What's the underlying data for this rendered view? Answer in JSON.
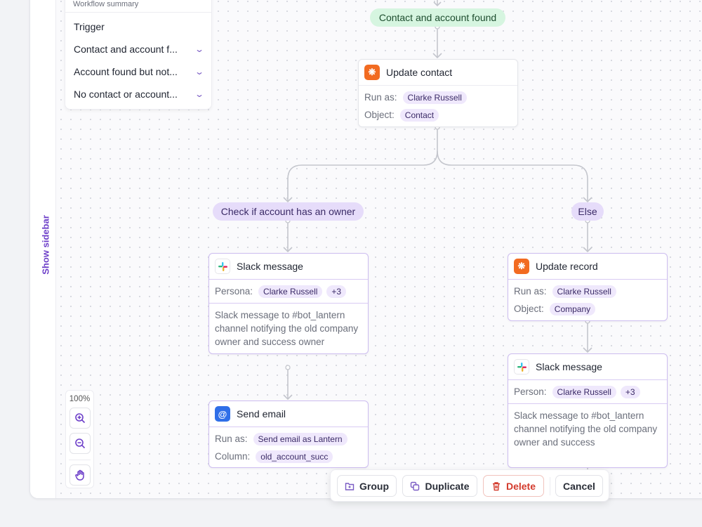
{
  "sidebar": {
    "show_label": "Show sidebar"
  },
  "summary": {
    "title": "Workflow summary",
    "items": [
      {
        "label": "Trigger"
      },
      {
        "label": "Contact and account f..."
      },
      {
        "label": "Account found but not..."
      },
      {
        "label": "No contact or account..."
      }
    ]
  },
  "flow": {
    "branch_top": "Contact and account found",
    "update_contact": {
      "title": "Update contact",
      "run_as_label": "Run as:",
      "run_as": "Clarke Russell",
      "object_label": "Object:",
      "object": "Contact"
    },
    "branch_left": "Check if account has an owner",
    "branch_right": "Else",
    "slack_left": {
      "title": "Slack message",
      "persona_label": "Persona:",
      "persona": "Clarke Russell",
      "more": "+3",
      "description": "Slack message to #bot_lantern channel notifying the old company owner and success owner"
    },
    "send_email": {
      "title": "Send email",
      "run_as_label": "Run as:",
      "run_as": "Send email as Lantern",
      "column_label": "Column:",
      "column": "old_account_succ"
    },
    "update_record": {
      "title": "Update record",
      "run_as_label": "Run as:",
      "run_as": "Clarke Russell",
      "object_label": "Object:",
      "object": "Company"
    },
    "slack_right": {
      "title": "Slack message",
      "person_label": "Person:",
      "person": "Clarke Russell",
      "more": "+3",
      "description": "Slack message to #bot_lantern channel notifying the old company owner and success"
    }
  },
  "zoom": {
    "level": "100%"
  },
  "actions": {
    "group": "Group",
    "duplicate": "Duplicate",
    "delete": "Delete",
    "cancel": "Cancel"
  },
  "colors": {
    "accent": "#6d3fc9",
    "hubspot": "#f26b21",
    "delete": "#d33a2c",
    "email": "#2f6fe8"
  }
}
